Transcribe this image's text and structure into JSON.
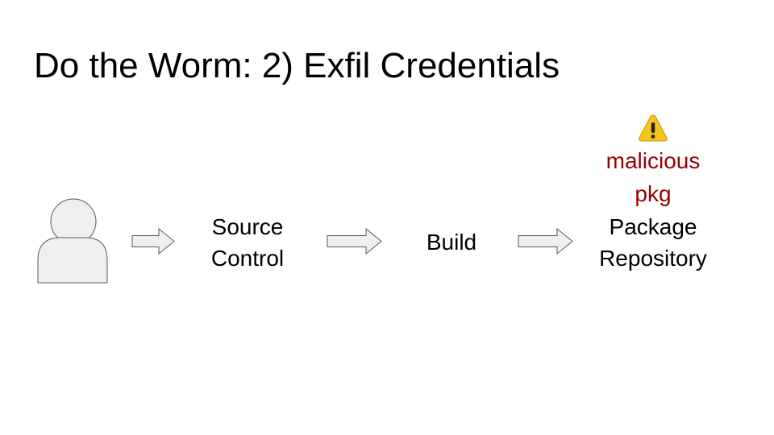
{
  "title": "Do the Worm: 2) Exfil Credentials",
  "nodes": {
    "source_control": {
      "line1": "Source",
      "line2": "Control"
    },
    "build": {
      "label": "Build"
    },
    "package_repository": {
      "line1": "Package",
      "line2": "Repository"
    }
  },
  "warning": {
    "icon": "warning-icon",
    "line1": "malicious",
    "line2": "pkg",
    "color": "#990000"
  },
  "colors": {
    "shape_fill": "#efefef",
    "shape_stroke": "#595959",
    "icon_fill": "#f7c31c",
    "icon_stroke": "#c99a0b"
  }
}
